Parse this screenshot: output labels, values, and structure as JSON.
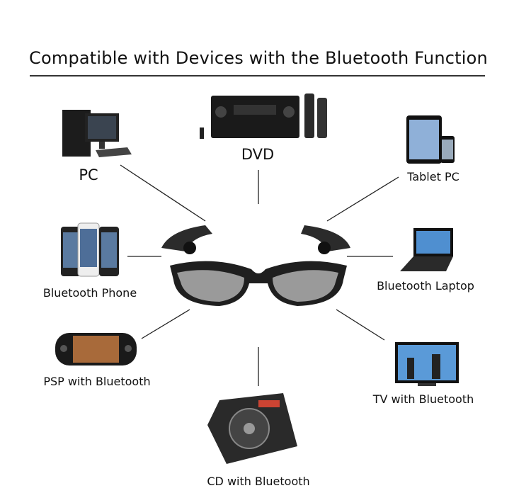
{
  "title": "Compatible with Devices with the Bluetooth Function",
  "center_device": "sunglasses-headset",
  "devices": [
    {
      "id": "dvd",
      "label": "DVD",
      "icon": "av-receiver-icon"
    },
    {
      "id": "pc",
      "label": "PC",
      "icon": "desktop-pc-icon"
    },
    {
      "id": "tablet",
      "label": "Tablet PC",
      "icon": "tablet-icon"
    },
    {
      "id": "phone",
      "label": "Bluetooth Phone",
      "icon": "smartphone-icon"
    },
    {
      "id": "laptop",
      "label": "Bluetooth Laptop",
      "icon": "laptop-icon"
    },
    {
      "id": "psp",
      "label": "PSP with Bluetooth",
      "icon": "handheld-console-icon"
    },
    {
      "id": "tv",
      "label": "TV with Bluetooth",
      "icon": "tv-icon"
    },
    {
      "id": "cd",
      "label": "CD with Bluetooth",
      "icon": "cd-player-icon"
    }
  ]
}
